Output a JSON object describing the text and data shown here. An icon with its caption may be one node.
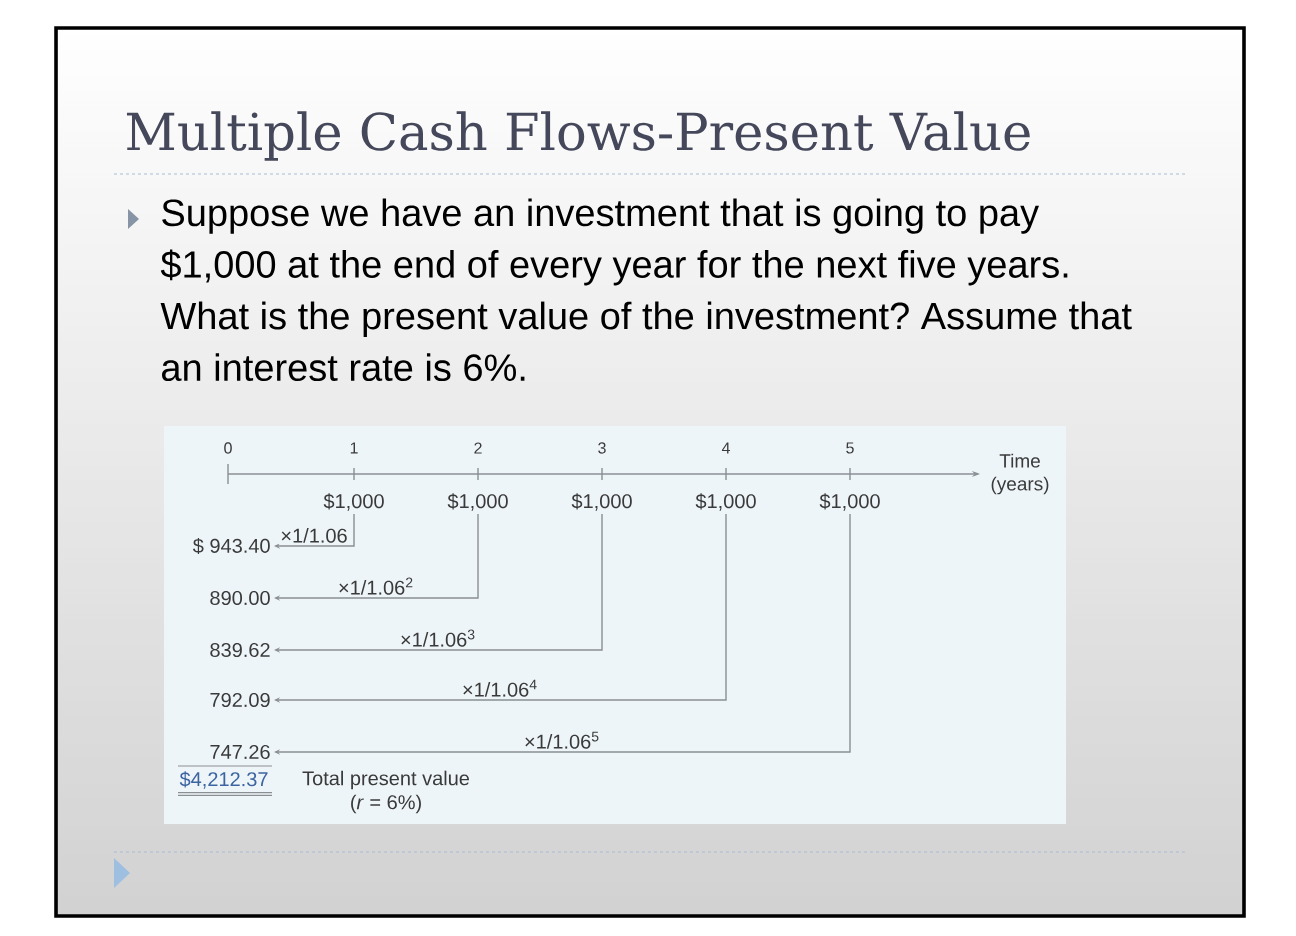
{
  "diagram": {
    "title": "Multiple Cash Flows-Present Value",
    "nodes": [
      {
        "text": [
          "$1,000"
        ]
      },
      {
        "text": [
          "$1,000"
        ]
      },
      {
        "text": [
          "$1,000"
        ]
      },
      {
        "text": [
          "$1,000"
        ]
      },
      {
        "text": [
          "$1,000"
        ]
      },
      {
        "text": [
          "$ 943.40"
        ]
      },
      {
        "text": [
          "890.00"
        ]
      },
      {
        "text": [
          "839.62"
        ]
      },
      {
        "text": [
          "792.09"
        ]
      },
      {
        "text": [
          "747.26"
        ]
      }
    ],
    "edges": [
      {
        "from": 0,
        "to": 5,
        "arrow": "to",
        "label": "×1/1.06"
      },
      {
        "from": 1,
        "to": 6,
        "arrow": "to",
        "label": "×1/1.06$^{2}$"
      },
      {
        "from": 2,
        "to": 7,
        "arrow": "to",
        "label": "×1/1.06$^{3}$"
      },
      {
        "from": 3,
        "to": 8,
        "arrow": "to",
        "label": "×1/1.06$^{4}$"
      },
      {
        "from": 4,
        "to": 9,
        "arrow": "to",
        "label": "×1/1.06$^{5}$"
      }
    ],
    "labels": [
      "Suppose we have an investment that is going to pay $1,000 at the end of every year for the next five years. What is the present value of the investment? Assume that an interest rate is 6%.",
      "0",
      "1",
      "2",
      "3",
      "4",
      "5",
      "Time (years)",
      "$4,212.37",
      "Total present value (*r* = 6%)"
    ]
  }
}
